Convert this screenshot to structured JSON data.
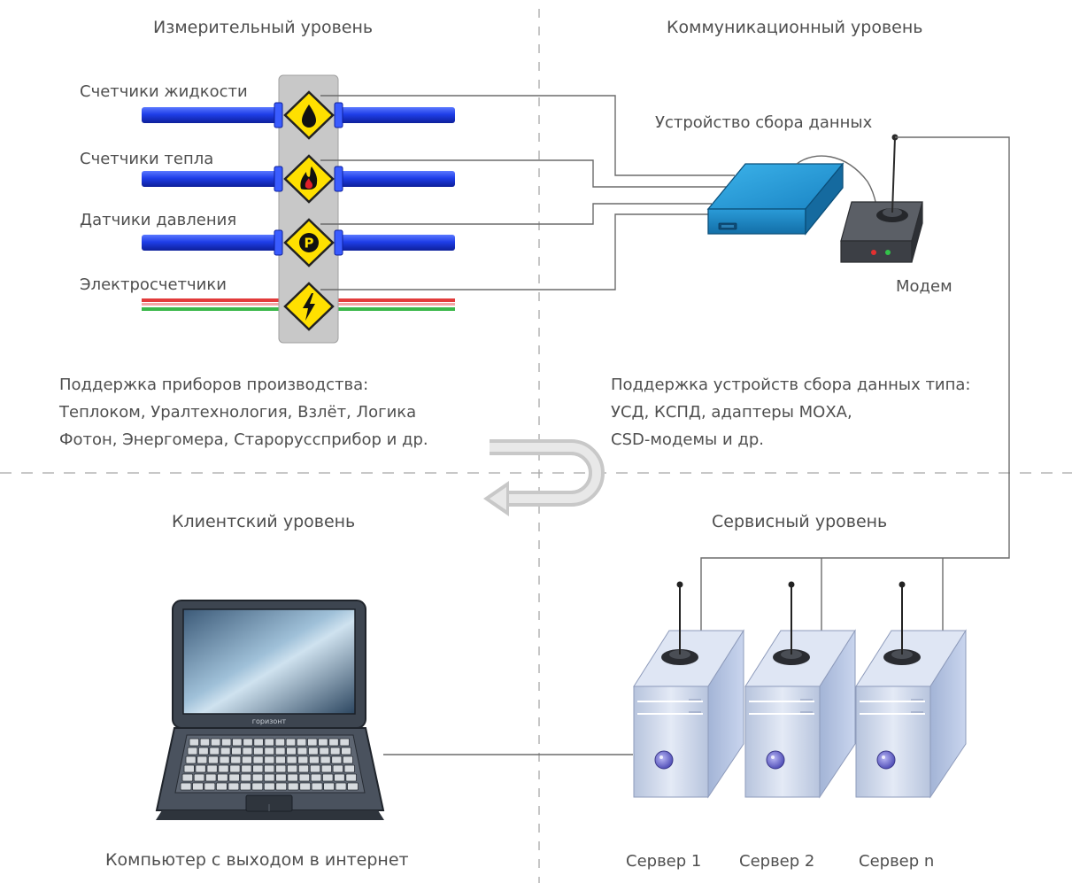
{
  "quadrants": {
    "measurement": {
      "title": "Измерительный уровень",
      "meters": [
        "Счетчики жидкости",
        "Счетчики тепла",
        "Датчики давления",
        "Электросчетчики"
      ],
      "support_text": [
        "Поддержка приборов производства:",
        "Теплоком, Уралтехнология, Взлёт, Логика",
        "Фотон, Энергомера, Староруссприбор и др."
      ]
    },
    "communication": {
      "title": "Коммуникационный уровень",
      "device_label": "Устройство сбора данных",
      "modem_label": "Модем",
      "support_text": [
        "Поддержка устройств сбора данных типа:",
        "УСД, КСПД, адаптеры МОХА,",
        "CSD-модемы и др."
      ]
    },
    "client": {
      "title": "Клиентский уровень",
      "computer_label": "Компьютер с выходом в интернет",
      "laptop_brand": "горизонт"
    },
    "service": {
      "title": "Сервисный уровень",
      "servers": [
        "Сервер 1",
        "Сервер 2",
        "Сервер n"
      ]
    }
  },
  "icons": [
    "liquid-drop-icon",
    "flame-icon",
    "pressure-p-icon",
    "lightning-icon",
    "cycle-arrow-icon"
  ],
  "icon_glyphs": {
    "pressure": "P"
  },
  "colors": {
    "pipe_blue": "#2340e8",
    "sign_yellow": "#ffe000",
    "device_blue": "#1f8fd0",
    "electric_red": "#e23b3b",
    "electric_green": "#3bb84a",
    "server_body": "#c7d3ea",
    "divider": "#a0a0a0"
  }
}
